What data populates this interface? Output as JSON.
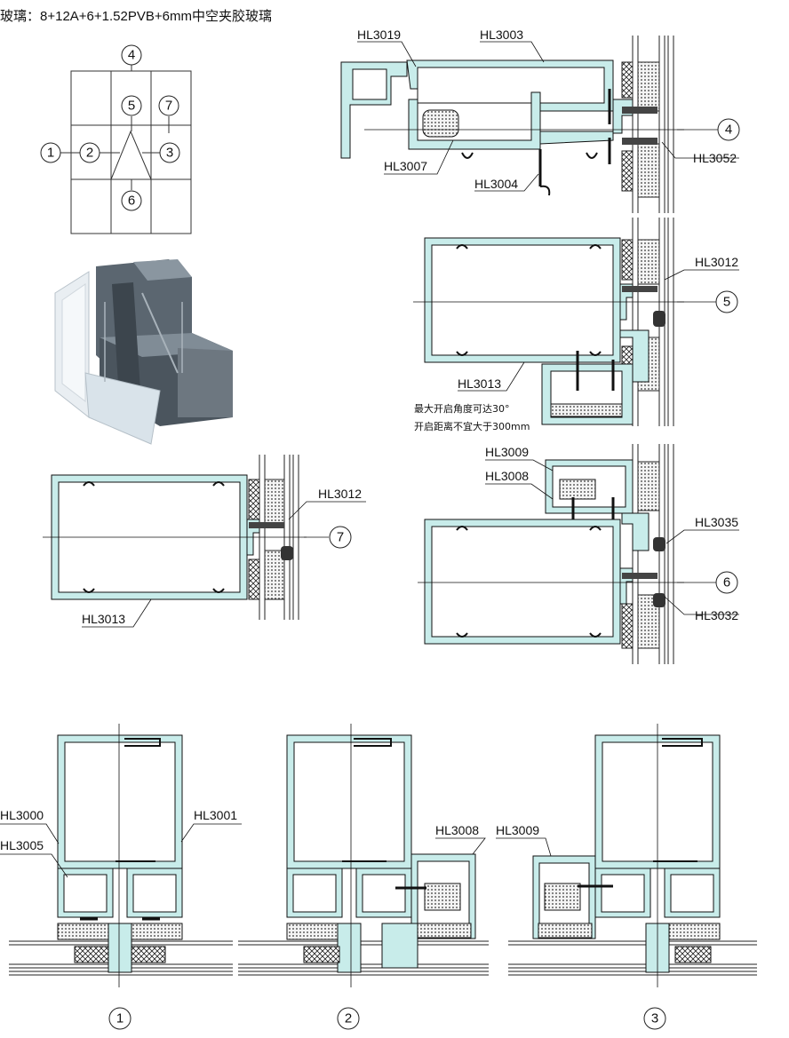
{
  "header": {
    "title": "玻璃：8+12A+6+1.52PVB+6mm中空夹胶玻璃"
  },
  "key_plan": {
    "markers": [
      "4",
      "5",
      "7",
      "1",
      "2",
      "3",
      "6"
    ]
  },
  "section_4": {
    "labels": [
      "HL3019",
      "HL3003",
      "HL3052",
      "HL3007",
      "HL3004"
    ],
    "marker": "4"
  },
  "section_5": {
    "labels": [
      "HL3012",
      "HL3013"
    ],
    "marker": "5",
    "notes": [
      "最大开启角度可达30°",
      "开启距离不宜大于300mm"
    ]
  },
  "section_7": {
    "labels": [
      "HL3012",
      "HL3013"
    ],
    "marker": "7"
  },
  "section_6": {
    "labels": [
      "HL3009",
      "HL3008",
      "HL3035",
      "HL3032"
    ],
    "marker": "6"
  },
  "section_1": {
    "labels": [
      "HL3000",
      "HL3005",
      "HL3001"
    ],
    "marker": "1"
  },
  "section_2": {
    "labels": [
      "HL3008"
    ],
    "marker": "2"
  },
  "section_3": {
    "labels": [
      "HL3009"
    ],
    "marker": "3"
  },
  "colors": {
    "profile_fill": "#c8ecea",
    "line": "#111111",
    "seal": "#444444"
  }
}
